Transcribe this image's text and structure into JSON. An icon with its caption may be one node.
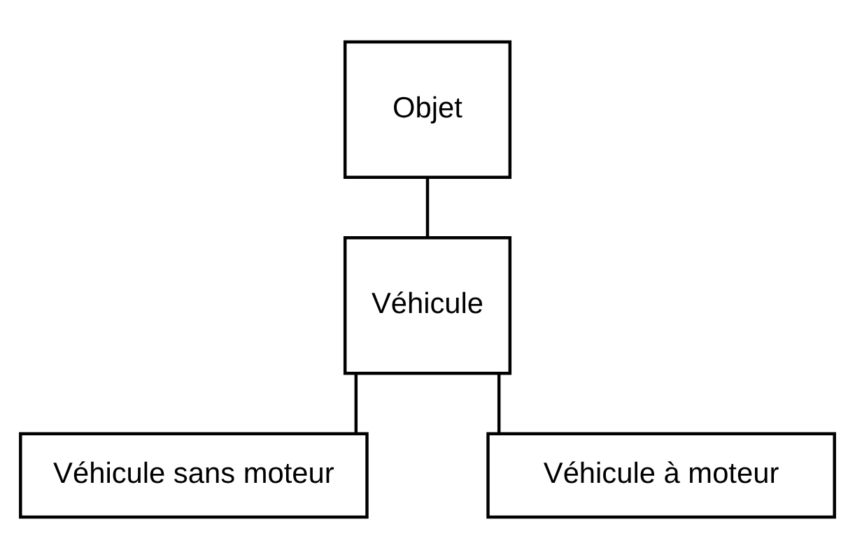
{
  "diagram": {
    "nodes": [
      {
        "text": [
          "Objet"
        ]
      },
      {
        "text": [
          "Véhicule"
        ]
      },
      {
        "text": [
          "Véhicule sans moteur"
        ]
      },
      {
        "text": [
          "Véhicule à moteur"
        ]
      }
    ],
    "edges": [
      {
        "from": 0,
        "to": 1,
        "arrow": "none"
      },
      {
        "from": 1,
        "to": 2,
        "arrow": "none"
      },
      {
        "from": 1,
        "to": 3,
        "arrow": "none"
      }
    ]
  }
}
